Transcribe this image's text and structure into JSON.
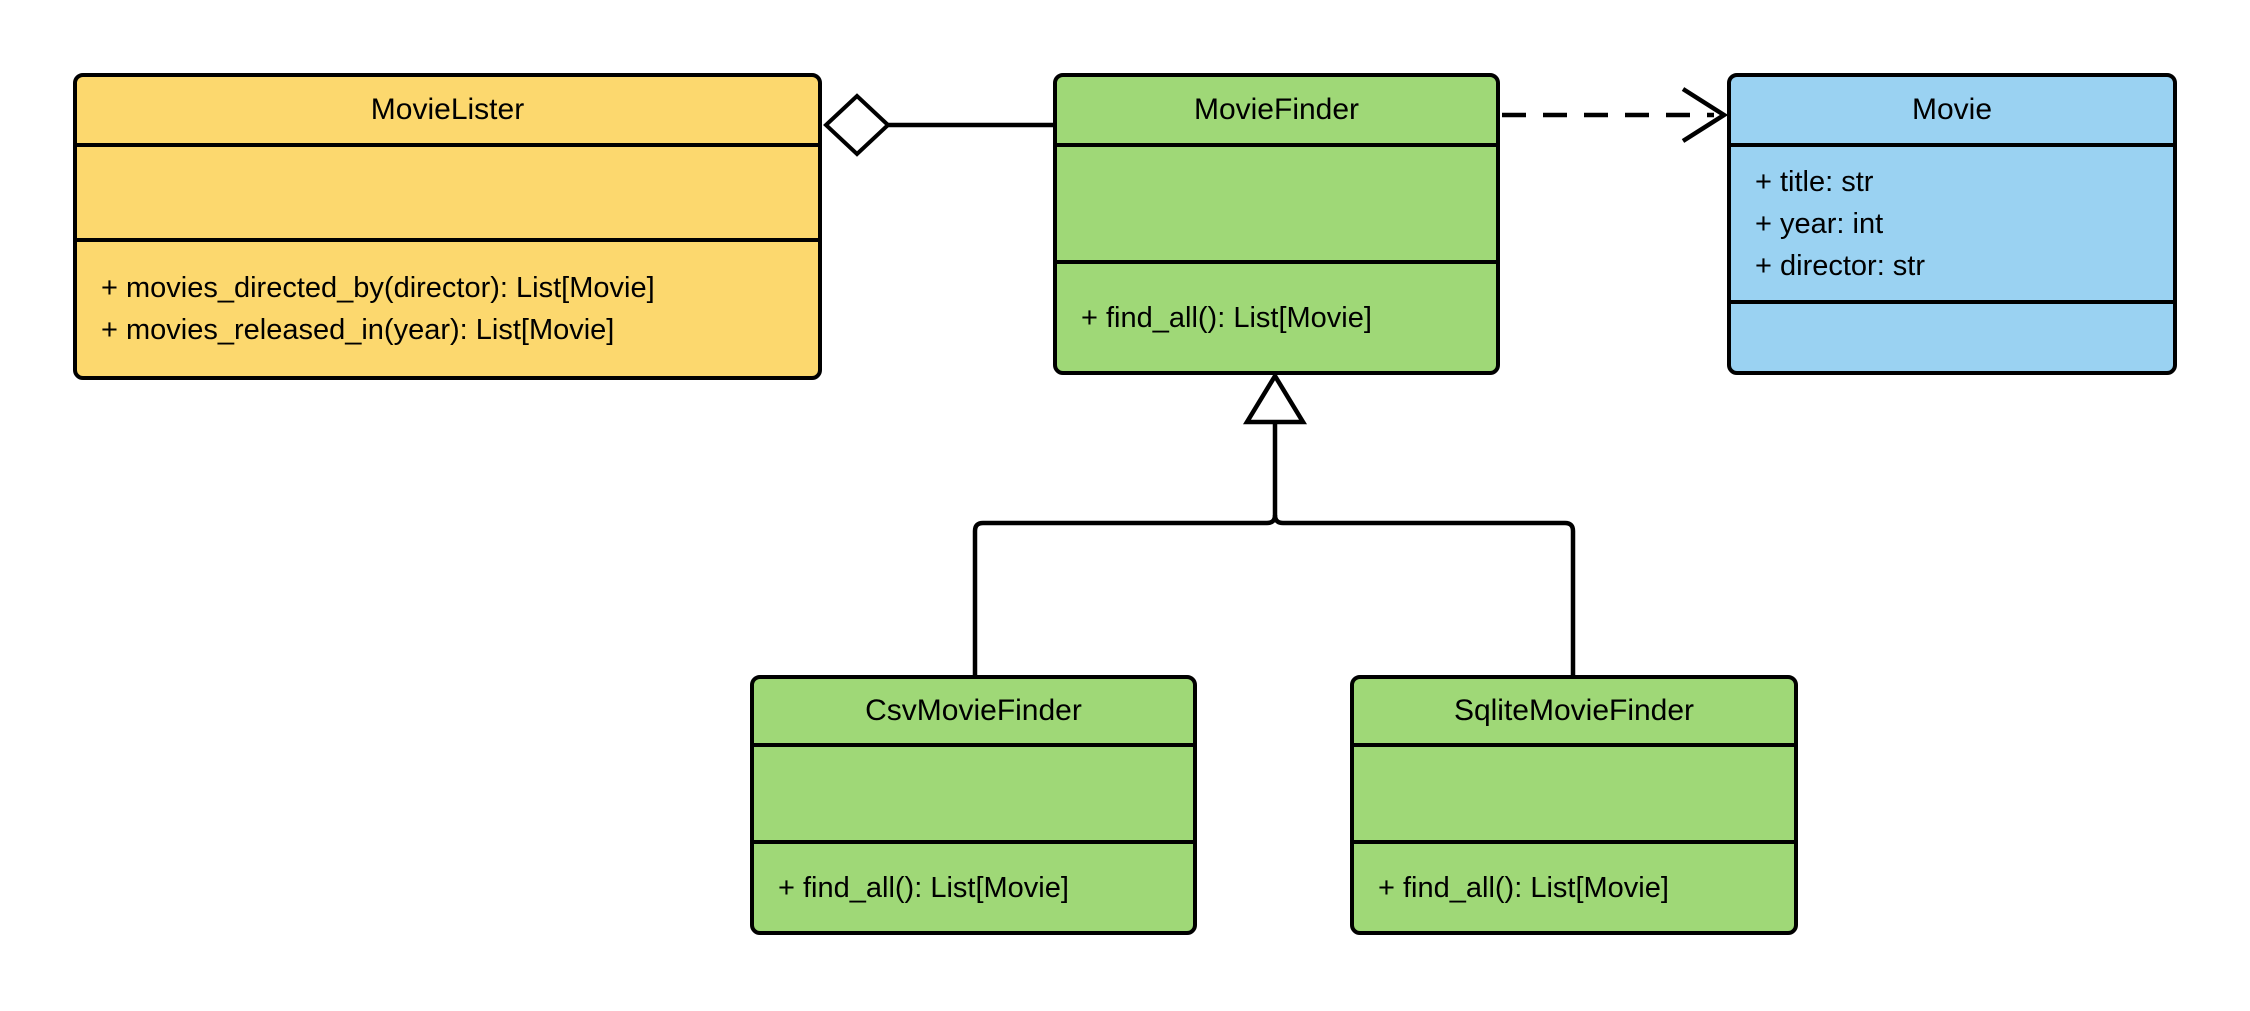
{
  "diagram": {
    "type": "uml-class-diagram",
    "background": "#ffffff",
    "line_color": "#000000"
  },
  "classes": [
    {
      "name": "MovieLister",
      "fill": "#FCD86E",
      "attributes": [],
      "methods": [
        "+ movies_directed_by(director): List[Movie]",
        "+ movies_released_in(year): List[Movie]"
      ]
    },
    {
      "name": "MovieFinder",
      "fill": "#9FD877",
      "attributes": [],
      "methods": [
        "+ find_all(): List[Movie]"
      ]
    },
    {
      "name": "Movie",
      "fill": "#9AD2F2",
      "attributes": [
        "+ title: str",
        "+ year: int",
        "+ director: str"
      ],
      "methods": []
    },
    {
      "name": "CsvMovieFinder",
      "fill": "#9FD877",
      "attributes": [],
      "methods": [
        "+ find_all(): List[Movie]"
      ]
    },
    {
      "name": "SqliteMovieFinder",
      "fill": "#9FD877",
      "attributes": [],
      "methods": [
        "+ find_all(): List[Movie]"
      ]
    }
  ],
  "relationships": [
    {
      "type": "aggregation",
      "from": "MovieLister",
      "to": "MovieFinder",
      "marker": "hollow-diamond",
      "line": "solid"
    },
    {
      "type": "dependency",
      "from": "MovieFinder",
      "to": "Movie",
      "marker": "open-arrow",
      "line": "dashed"
    },
    {
      "type": "inheritance",
      "from": "CsvMovieFinder",
      "to": "MovieFinder",
      "marker": "hollow-triangle",
      "line": "solid"
    },
    {
      "type": "inheritance",
      "from": "SqliteMovieFinder",
      "to": "MovieFinder",
      "marker": "hollow-triangle",
      "line": "solid"
    }
  ]
}
